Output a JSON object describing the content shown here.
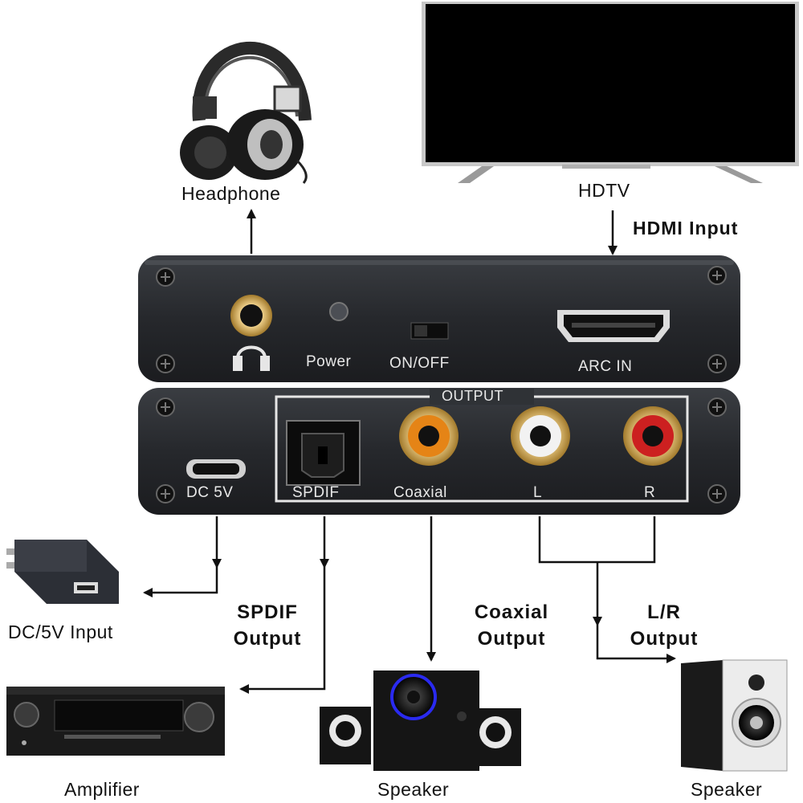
{
  "devices": {
    "headphone": "Headphone",
    "hdtv": "HDTV",
    "dc_input": "DC/5V Input",
    "amplifier": "Amplifier",
    "speaker_center": "Speaker",
    "speaker_right": "Speaker"
  },
  "connections": {
    "hdmi_input": "HDMI Input",
    "spdif_output_line1": "SPDIF",
    "spdif_output_line2": "Output",
    "coaxial_output_line1": "Coaxial",
    "coaxial_output_line2": "Output",
    "lr_output_line1": "L/R",
    "lr_output_line2": "Output"
  },
  "top_panel": {
    "power": "Power",
    "switch": "ON/OFF",
    "arc_in": "ARC IN"
  },
  "bottom_panel": {
    "output_title": "OUTPUT",
    "dc": "DC 5V",
    "spdif": "SPDIF",
    "coaxial": "Coaxial",
    "left": "L",
    "right": "R"
  }
}
